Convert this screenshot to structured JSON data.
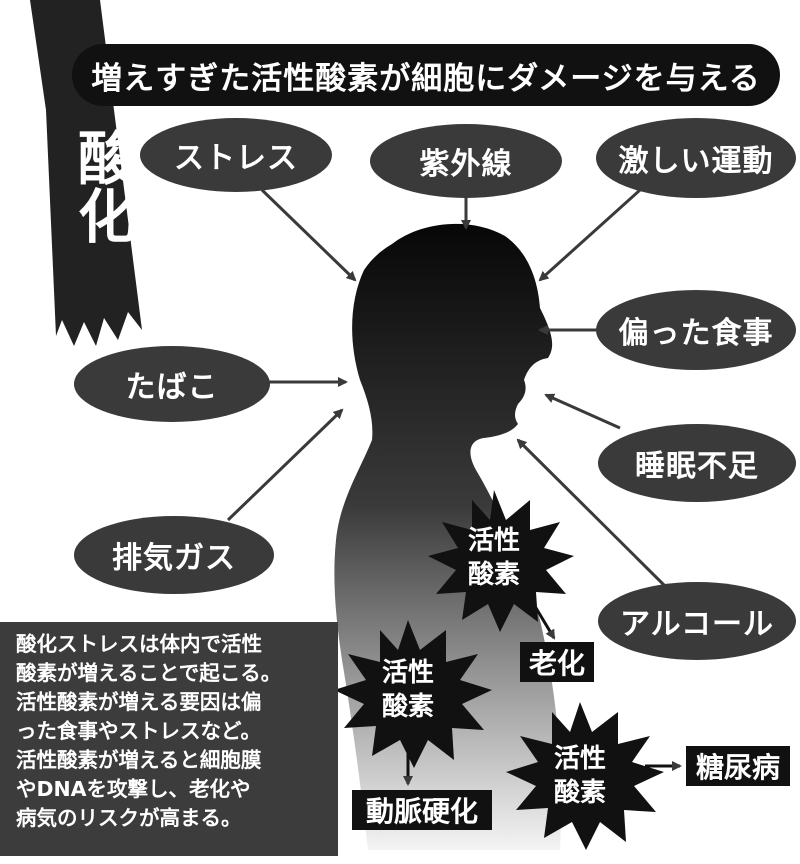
{
  "title": "増えすぎた活性酸素が細胞にダメージを与える",
  "side_label": "酸化",
  "causes": [
    {
      "label": "ストレス"
    },
    {
      "label": "紫外線"
    },
    {
      "label": "激しい運動"
    },
    {
      "label": "偏った食事"
    },
    {
      "label": "たばこ"
    },
    {
      "label": "睡眠不足"
    },
    {
      "label": "排気ガス"
    },
    {
      "label": "アルコール"
    }
  ],
  "radical_label": "活性\n酸素",
  "effects": [
    {
      "label": "老化"
    },
    {
      "label": "動脈硬化"
    },
    {
      "label": "糖尿病"
    }
  ],
  "info_text": "酸化ストレスは体内で活性\n酸素が増えることで起こる。\n活性酸素が増える要因は偏\nった食事やストレスなど。\n活性酸素が増えると細胞膜\nやDNAを攻撃し、老化や\n病気のリスクが高まる。",
  "colors": {
    "dark": "#111111",
    "oval": "#3a3a3a",
    "silhouette_top": "#0a0a0a",
    "silhouette_bottom": "#f2f2f2"
  }
}
